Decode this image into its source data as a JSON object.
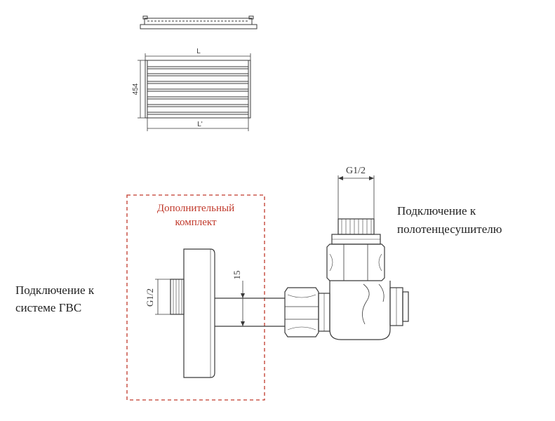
{
  "colors": {
    "line": "#3a3a3a",
    "accent_red": "#c0392b",
    "background": "#ffffff"
  },
  "drawing": {
    "dim_length": "L",
    "dim_height": "454",
    "dim_length_inner": "L'"
  },
  "fitting": {
    "thread_top": "G1/2",
    "thread_left": "G1/2",
    "dim_15": "15"
  },
  "labels": {
    "extra_kit_line1": "Дополнительный",
    "extra_kit_line2": "комплект",
    "connect_towel_line1": "Подключение к",
    "connect_towel_line2": "полотенцесушителю",
    "connect_hot_line1": "Подключение к",
    "connect_hot_line2": "системе ГВС"
  }
}
